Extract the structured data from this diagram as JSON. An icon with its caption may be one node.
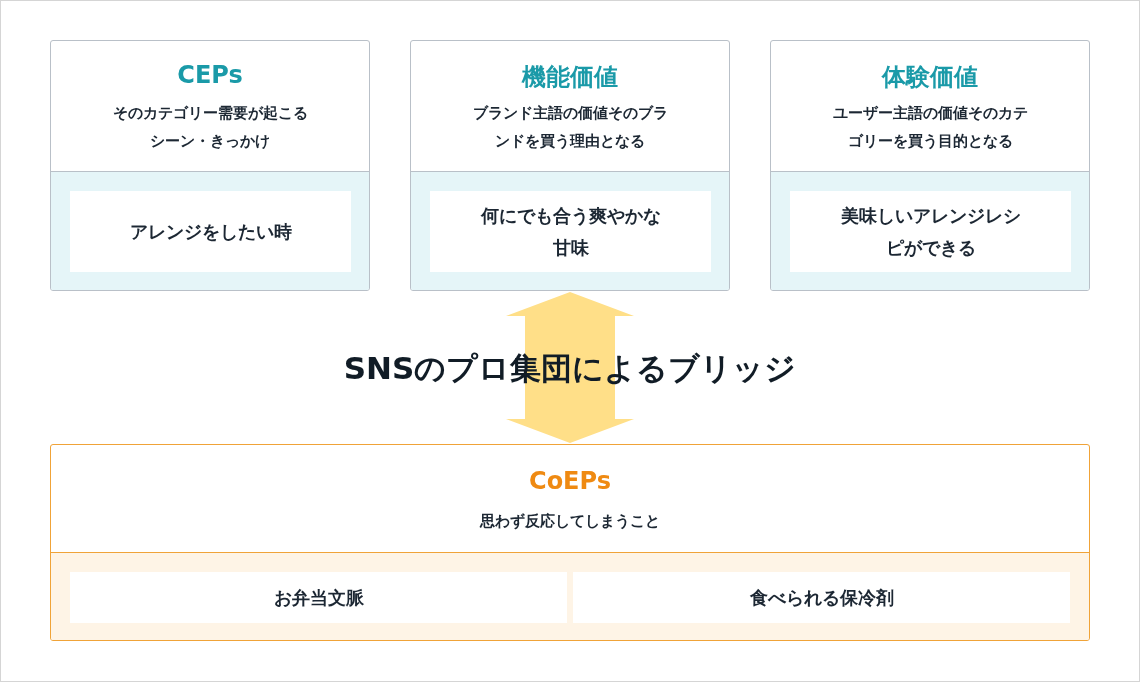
{
  "diagram": {
    "nodes": [
      {
        "text": [
          "CEPs",
          "そのカテゴリー需要が起こるシーン・きっかけ"
        ]
      },
      {
        "text": [
          "アレンジをしたい時"
        ],
        "in": 0
      },
      {
        "text": [
          "機能価値",
          "ブランド主語の価値そのブランドを買う理由となる"
        ]
      },
      {
        "text": [
          "何にでも合う爽やかな甘味"
        ],
        "in": 2
      },
      {
        "text": [
          "体験価値",
          "ユーザー主語の価値そのカテゴリーを買う目的となる"
        ]
      },
      {
        "text": [
          "美味しいアレンジレシピができる"
        ],
        "in": 4
      },
      {
        "text": [
          "CoEPs",
          "思わず反応してしまうこと"
        ]
      },
      {
        "text": [
          "お弁当文脈"
        ],
        "in": 6
      },
      {
        "text": [
          "食べられる保冷剤"
        ],
        "in": 6
      }
    ],
    "edges": [
      {
        "from": 2,
        "to": 6,
        "arrow": "both",
        "label": "SNSのプロ集団によるブリッジ"
      }
    ]
  }
}
